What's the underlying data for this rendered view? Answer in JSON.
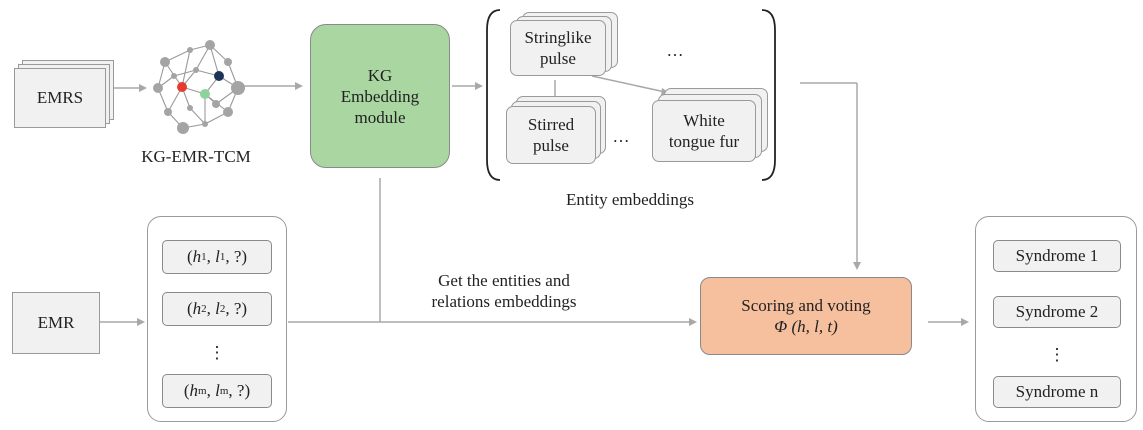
{
  "emrs_label": "EMRS",
  "kg_name": "KG-EMR-TCM",
  "embedding_module": [
    "KG",
    "Embedding",
    "module"
  ],
  "entities": {
    "stringlike": [
      "Stringlike",
      "pulse"
    ],
    "stirred": [
      "Stirred",
      "pulse"
    ],
    "white_tongue": [
      "White",
      "tongue fur"
    ],
    "ellipsis": "…",
    "caption": "Entity embeddings"
  },
  "emr_label": "EMR",
  "queries": [
    {
      "h": "h",
      "h_sub": "1",
      "l": "l",
      "l_sub": "1",
      "q": "?"
    },
    {
      "h": "h",
      "h_sub": "2",
      "l": "l",
      "l_sub": "2",
      "q": "?"
    },
    {
      "h": "h",
      "h_sub": "m",
      "l": "l",
      "l_sub": "m",
      "q": "?"
    }
  ],
  "vdots": "⋮",
  "get_embeddings": [
    "Get the entities and",
    "relations embeddings"
  ],
  "scoring": {
    "title": "Scoring and voting",
    "formula": "Φ (h, l, t)"
  },
  "syndromes": [
    "Syndrome 1",
    "Syndrome 2",
    "Syndrome n"
  ],
  "colors": {
    "module_fill": "#a9d6a1",
    "scoring_fill": "#f6bf9d",
    "red_node": "#e63b2e",
    "green_node": "#8ed39c",
    "navy_node": "#1c3557"
  }
}
